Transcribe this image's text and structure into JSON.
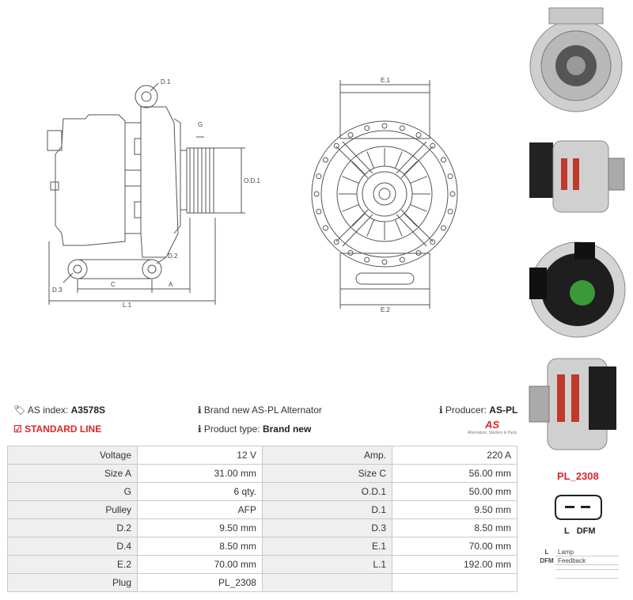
{
  "dimensions_labels": {
    "d1": "D.1",
    "d2": "D.2",
    "d3": "D.3",
    "g": "G",
    "od1": "O.D.1",
    "c": "C",
    "a": "A",
    "l1": "L.1",
    "e1": "E.1",
    "e2": "E.2"
  },
  "info": {
    "as_index_label": "AS index:",
    "as_index_value": "A3578S",
    "line": "STANDARD LINE",
    "brand_new": "Brand new AS-PL Alternator",
    "product_type_label": "Product type:",
    "product_type_value": "Brand new",
    "producer_label": "Producer:",
    "producer_value": "AS-PL",
    "logo_tagline": "Alternators, Starters & Parts"
  },
  "specs": [
    [
      "Voltage",
      "12 V",
      "Amp.",
      "220 A"
    ],
    [
      "Size A",
      "31.00 mm",
      "Size C",
      "56.00 mm"
    ],
    [
      "G",
      "6 qty.",
      "O.D.1",
      "50.00 mm"
    ],
    [
      "Pulley",
      "AFP",
      "D.1",
      "9.50 mm"
    ],
    [
      "D.2",
      "9.50 mm",
      "D.3",
      "8.50 mm"
    ],
    [
      "D.4",
      "8.50 mm",
      "E.1",
      "70.00 mm"
    ],
    [
      "E.2",
      "70.00 mm",
      "L.1",
      "192.00 mm"
    ],
    [
      "Plug",
      "PL_2308",
      "",
      ""
    ]
  ],
  "plug": {
    "code": "PL_2308",
    "pins": "L   DFM",
    "legend": [
      {
        "k": "L",
        "v": "Lamp"
      },
      {
        "k": "DFM",
        "v": "Feedback"
      },
      {
        "k": "",
        "v": ""
      },
      {
        "k": "",
        "v": ""
      }
    ]
  },
  "colors": {
    "accent_red": "#d9262b",
    "label_bg": "#efefef",
    "border": "#c9c9c9"
  }
}
